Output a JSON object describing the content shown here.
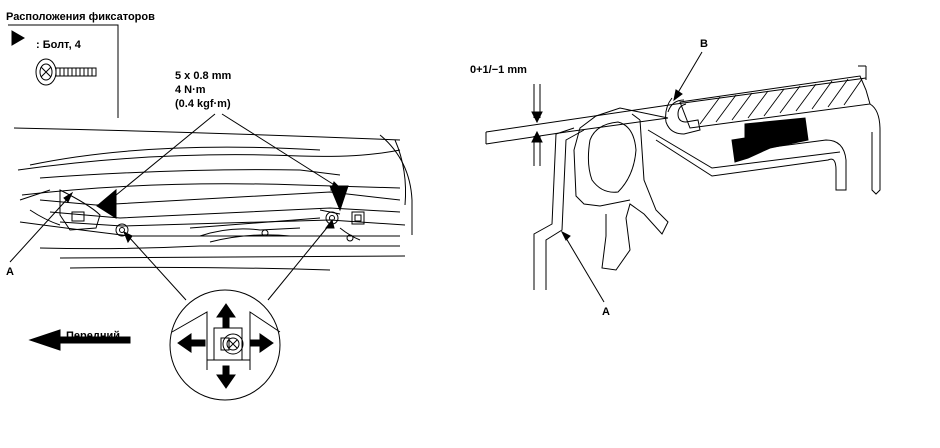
{
  "header": {
    "title": "Расположения фиксаторов",
    "legend_bolt": ": Болт, 4"
  },
  "spec": {
    "size": "5 x 0.8 mm",
    "torque": "4 N·m",
    "torque_kgf": "(0.4 kgf·m)"
  },
  "labels": {
    "left_a": "A",
    "front": "Передний",
    "right_a": "A",
    "right_b": "B",
    "clearance": "0+1/−1 mm"
  },
  "colors": {
    "ink": "#000000",
    "background": "#ffffff"
  }
}
